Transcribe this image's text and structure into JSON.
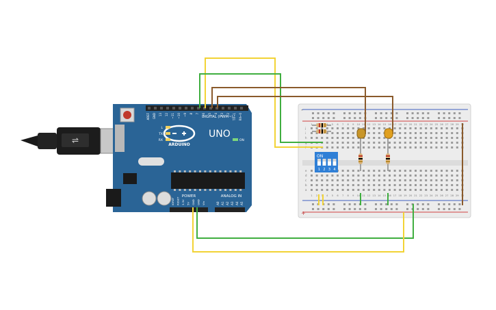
{
  "canvas": {
    "background": "#ffffff"
  },
  "arduino": {
    "logo_text": "UNO",
    "brand_text": "ARDUINO",
    "digital_header_label": "DIGITAL (PWM~)",
    "analog_header_label": "ANALOG IN",
    "power_header_label": "POWER",
    "on_label": "ON",
    "led_labels": [
      "L",
      "TX",
      "RX"
    ],
    "digital_pin_labels": [
      "AREF",
      "GND",
      "13",
      "12",
      "~11",
      "~10",
      "~9",
      "8",
      "7",
      "~6",
      "~5",
      "4",
      "~3",
      "2",
      "TX→1",
      "RX←0"
    ],
    "power_pin_labels": [
      "IOREF",
      "RESET",
      "3.3V",
      "5V",
      "GND",
      "GND",
      "Vin"
    ],
    "analog_pin_labels": [
      "A0",
      "A1",
      "A2",
      "A3",
      "A4",
      "A5"
    ],
    "colors": {
      "board": "#2a6496",
      "board_dark": "#1f4f78",
      "header": "#222222",
      "chip": "#1a1a1a"
    }
  },
  "breadboard": {
    "rail_minus_label": "-",
    "rail_plus_label": "+",
    "row_labels_top": [
      "j",
      "i",
      "h",
      "g",
      "f"
    ],
    "row_labels_bottom": [
      "e",
      "d",
      "c",
      "b",
      "a"
    ],
    "column_numbers": [
      "1",
      "2",
      "3",
      "4",
      "5",
      "6",
      "7",
      "8",
      "9",
      "10",
      "11",
      "12",
      "13",
      "14",
      "15",
      "16",
      "17",
      "18",
      "19",
      "20",
      "21",
      "22",
      "23",
      "24",
      "25",
      "26",
      "27",
      "28",
      "29",
      "30"
    ],
    "colors": {
      "body": "#ececec",
      "hole": "#9a9a9a",
      "rail_red": "#d04040",
      "rail_blue": "#4060c0"
    }
  },
  "dip_switch": {
    "label": "ON",
    "positions": [
      "1",
      "2",
      "3",
      "4"
    ],
    "color": "#2f7fd6"
  },
  "leds": [
    {
      "name": "led-1",
      "color": "#c8962a"
    },
    {
      "name": "led-2",
      "color": "#e0a020"
    }
  ],
  "wire_colors": {
    "yellow": "#f2d335",
    "green": "#3fae3f",
    "brown": "#8a5a2b"
  }
}
